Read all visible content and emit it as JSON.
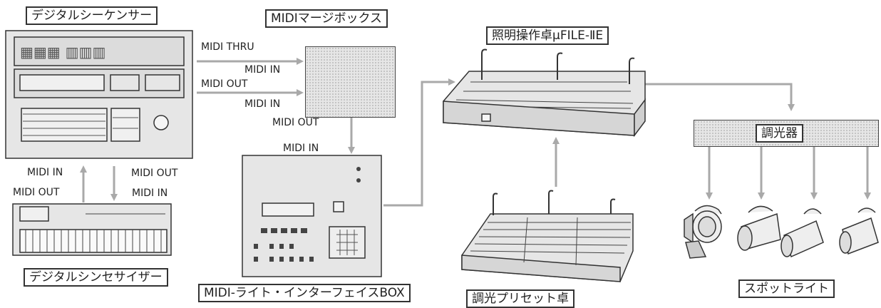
{
  "labels": {
    "sequencer": "デジタルシーケンサー",
    "merge_box": "MIDIマージボックス",
    "lighting_console": "照明操作卓μFILE-ⅡE",
    "dimmer": "調光器",
    "synthesizer": "デジタルシンセサイザー",
    "interface_box": "MIDI-ライト・インターフェイスBOX",
    "preset_console": "調光プリセット卓",
    "spotlight": "スポットライト"
  },
  "signals": {
    "seq_thru": "MIDI THRU",
    "merge_in_1": "MIDI IN",
    "seq_out": "MIDI OUT",
    "merge_in_2": "MIDI IN",
    "merge_out": "MIDI OUT",
    "iface_in": "MIDI IN",
    "seq_in": "MIDI IN",
    "seq_out_down": "MIDI OUT",
    "synth_out": "MIDI OUT",
    "synth_in": "MIDI IN"
  },
  "colors": {
    "arrow": "#a9a9a9",
    "outline": "#333333",
    "device_fill": "#e6e6e6"
  }
}
